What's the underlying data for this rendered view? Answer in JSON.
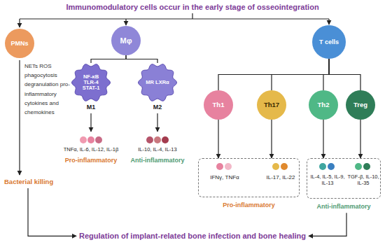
{
  "diagram": {
    "title": "Immunomodulatory cells occur in the early stage of osseointegration",
    "caption": "Regulation of implant-related bone infection and bone healing",
    "nodes": [
      {
        "text": [
          "PMNs"
        ]
      },
      {
        "text": [
          "Mφ"
        ]
      },
      {
        "text": [
          "T cells"
        ]
      },
      {
        "text": [
          "NF-κB TLR-4 STAT-1",
          "M1"
        ]
      },
      {
        "text": [
          "MR LXRα",
          "M2"
        ]
      },
      {
        "text": [
          "Th1"
        ]
      },
      {
        "text": [
          "Th17"
        ]
      },
      {
        "text": [
          "Th2"
        ]
      },
      {
        "text": [
          "Treg"
        ]
      },
      {
        "text": [
          "IFNγ, TNFα",
          "IL-17, IL-22",
          "Pro-inflammatory"
        ]
      },
      {
        "text": [
          "IL-4, IL-5, IL-9, IL-13",
          "TGF-β, IL-10, IL-35",
          "Anti-inflammatory"
        ]
      }
    ],
    "edges": [
      {
        "from": 1,
        "to": 3,
        "arrow": "none"
      },
      {
        "from": 1,
        "to": 4,
        "arrow": "none"
      },
      {
        "from": 2,
        "to": 5,
        "arrow": "none"
      },
      {
        "from": 2,
        "to": 6,
        "arrow": "none"
      },
      {
        "from": 2,
        "to": 7,
        "arrow": "none"
      },
      {
        "from": 2,
        "to": 8,
        "arrow": "none"
      },
      {
        "from": 5,
        "to": 9,
        "arrow": "to"
      },
      {
        "from": 6,
        "to": 9,
        "arrow": "to"
      },
      {
        "from": 7,
        "to": 10,
        "arrow": "to"
      },
      {
        "from": 8,
        "to": 10,
        "arrow": "to"
      }
    ],
    "labels": [
      "NETs ROS phagocytosis degranulation pro-inflammatory cytokines and chemokines",
      "Bacterial killing",
      "TNFα, IL-6, IL-12, IL-1β",
      "Pro-inflammatory",
      "IL-10, IL-4, IL-13",
      "Anti-inflammatory"
    ]
  }
}
